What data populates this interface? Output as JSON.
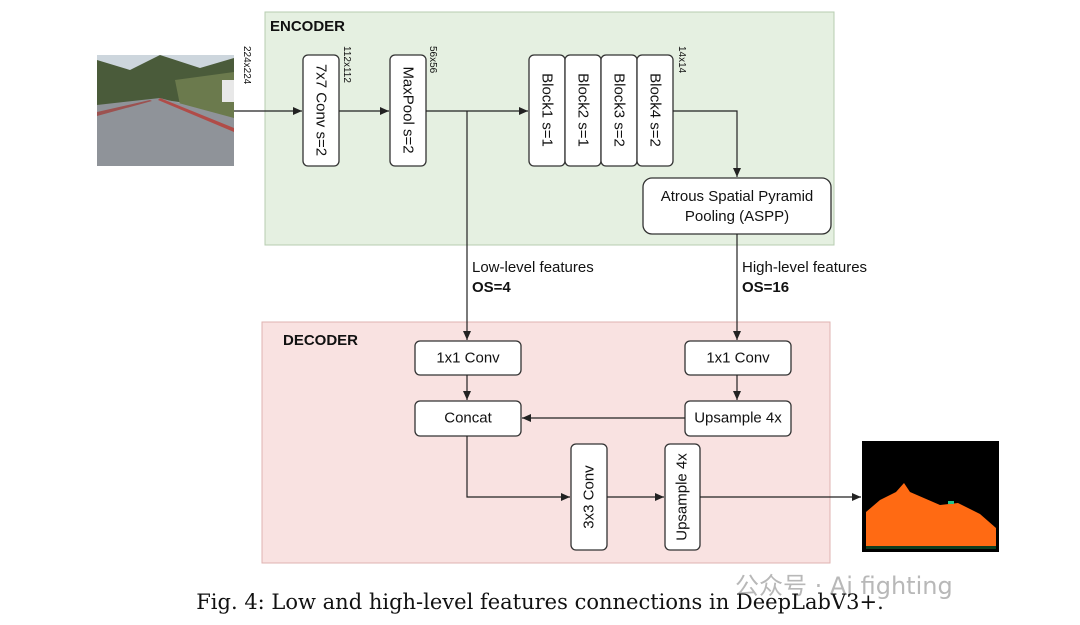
{
  "encoder": {
    "title": "ENCODER",
    "conv": "7x7 Conv s=2",
    "maxpool": "MaxPool s=2",
    "blocks": [
      "Block1 s=1",
      "Block2 s=1",
      "Block3 s=2",
      "Block4 s=2"
    ],
    "aspp_line1": "Atrous Spatial Pyramid",
    "aspp_line2": "Pooling (ASPP)"
  },
  "sizes": {
    "input": "224x224",
    "after_conv": "112x112",
    "after_pool": "56x56",
    "after_blocks": "14x14"
  },
  "features": {
    "low_label": "Low-level features",
    "low_os": "OS=4",
    "high_label": "High-level features",
    "high_os": "OS=16"
  },
  "decoder": {
    "title": "DECODER",
    "conv_low": "1x1 Conv",
    "conv_high": "1x1 Conv",
    "concat": "Concat",
    "upsample_high": "Upsample 4x",
    "conv3": "3x3 Conv",
    "upsample_final": "Upsample 4x"
  },
  "caption": "Fig. 4: Low and high-level features connections in DeepLabV3+.",
  "watermark": "公众号 · Ai fighting",
  "colors": {
    "encoder_bg": "#e5f0e1",
    "decoder_bg": "#f9e2e1",
    "mask_fill": "#ff6a13"
  }
}
